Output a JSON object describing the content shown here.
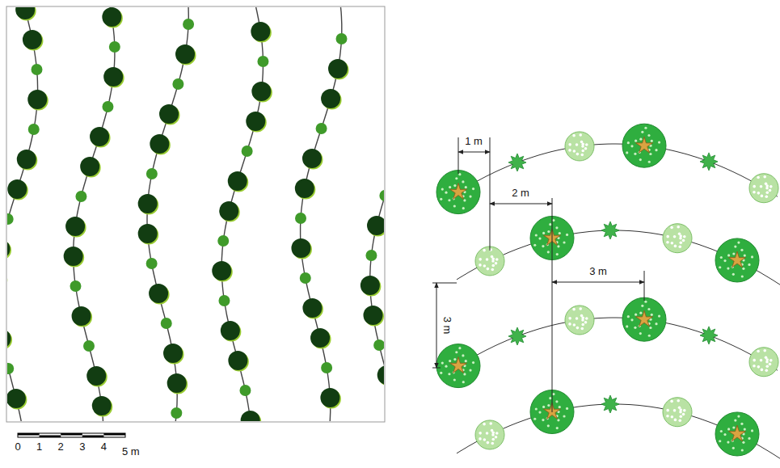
{
  "diagram": {
    "labels": [
      "0",
      "1",
      "2",
      "3",
      "4",
      "5 m",
      "1 m",
      "2 m",
      "3 m",
      "3 m"
    ]
  }
}
